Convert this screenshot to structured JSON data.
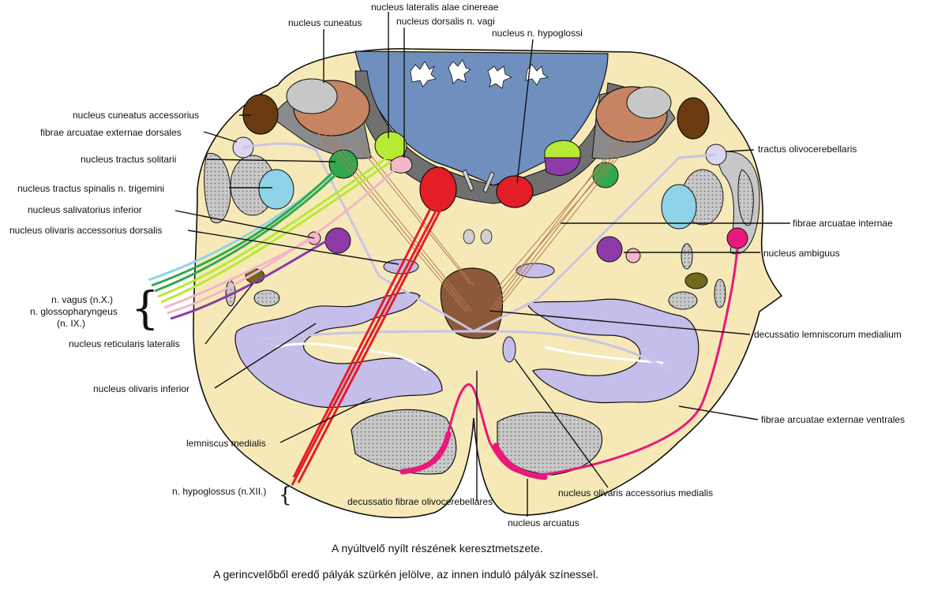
{
  "labels": {
    "nucleus_cuneatus": "nucleus cuneatus",
    "nucleus_lateralis_alae_cinereae": "nucleus lateralis alae cinereae",
    "nucleus_dorsalis_n_vagi": "nucleus dorsalis n. vagi",
    "nucleus_n_hypoglossi": "nucleus n. hypoglossi",
    "nucleus_cuneatus_accessorius": "nucleus cuneatus accessorius",
    "fibrae_arcuatae_externae_dorsales": "fibrae arcuatae externae dorsales",
    "tractus_olivocerebellaris": "tractus olivocerebellaris",
    "nucleus_tractus_solitarii": "nucleus tractus solitarii",
    "nucleus_tractus_spinalis_n_trigemini": "nucleus tractus spinalis n. trigemini",
    "nucleus_salivatorius_inferior": "nucleus salivatorius inferior",
    "fibrae_arcuatae_internae": "fibrae arcuatae internae",
    "nucleus_olivaris_accessorius_dorsalis": "nucleus olivaris accessorius dorsalis",
    "nucleus_ambiguus": "nucleus ambiguus",
    "n_vagus": "n. vagus (n.X.)",
    "n_glossopharyngeus": "n. glossopharyngeus",
    "n_ix": "(n. IX.)",
    "nucleus_reticularis_lateralis": "nucleus reticularis lateralis",
    "decussatio_lemniscorum_medialium": "decussatio lemniscorum medialium",
    "nucleus_olivaris_inferior": "nucleus olivaris inferior",
    "fibrae_arcuatae_externae_ventrales": "fibrae arcuatae externae ventrales",
    "lemniscus_medialis": "lemniscus medialis",
    "n_hypoglossus": "n. hypoglossus (n.XII.)",
    "decussatio_fibrae_olivocerebellares": "decussatio fibrae olivocerebellares",
    "nucleus_olivaris_accessorius_medialis": "nucleus olivaris accessorius medialis",
    "nucleus_arcuatus": "nucleus arcuatus"
  },
  "caption": {
    "line1": "A nyúltvelő nyílt részének keresztmetszete.",
    "line2": "A gerincvelőből eredő pályák szürkén jelölve, az innen induló pályák színessel."
  },
  "colors": {
    "section_fill": "#f6e9b7",
    "outline": "#111111",
    "fourth_ventricle": "#6f8fbf",
    "grey_matter": "#9e9e9e",
    "grey_tract": "#c7c7c7",
    "nucleus_cuneatus": "#c68462",
    "nucleus_cuneatus_accessorius": "#6b3a10",
    "olive": "#c5bdea",
    "hypoglossal": "#e41e26",
    "solitarius_green": "#2fa84f",
    "lateralis_lime": "#b6ea35",
    "vagal_purple": "#8e3aa8",
    "trigeminal_blue": "#8ed3e8",
    "salivatorius_pink": "#f4b6c8",
    "ambiguus_magenta": "#e8197b",
    "lemniscus_lavender": "#c9c4e6",
    "decussation_brown": "#8c5a3b",
    "reticular_olive": "#6f6a1c"
  }
}
